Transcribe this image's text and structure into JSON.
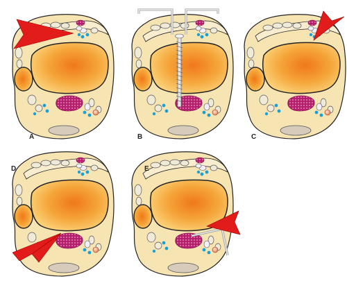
{
  "panels": [
    {
      "id": "A",
      "label": "A"
    },
    {
      "id": "B",
      "label": "B"
    },
    {
      "id": "C",
      "label": "C"
    },
    {
      "id": "D",
      "label": "D"
    },
    {
      "id": "E",
      "label": "E"
    }
  ],
  "colors": {
    "skin": "#f6e4b3",
    "outline": "#222222",
    "bone_center": "#f07818",
    "bone_mid": "#f5a63a",
    "bone_edge": "#fbd27a",
    "arrow": "#e21b1b",
    "nerve_blue": "#1aa0d8",
    "vessel_red": "#c8287a",
    "tendon": "#f0ead8",
    "base_gray": "#d7ccbc"
  }
}
